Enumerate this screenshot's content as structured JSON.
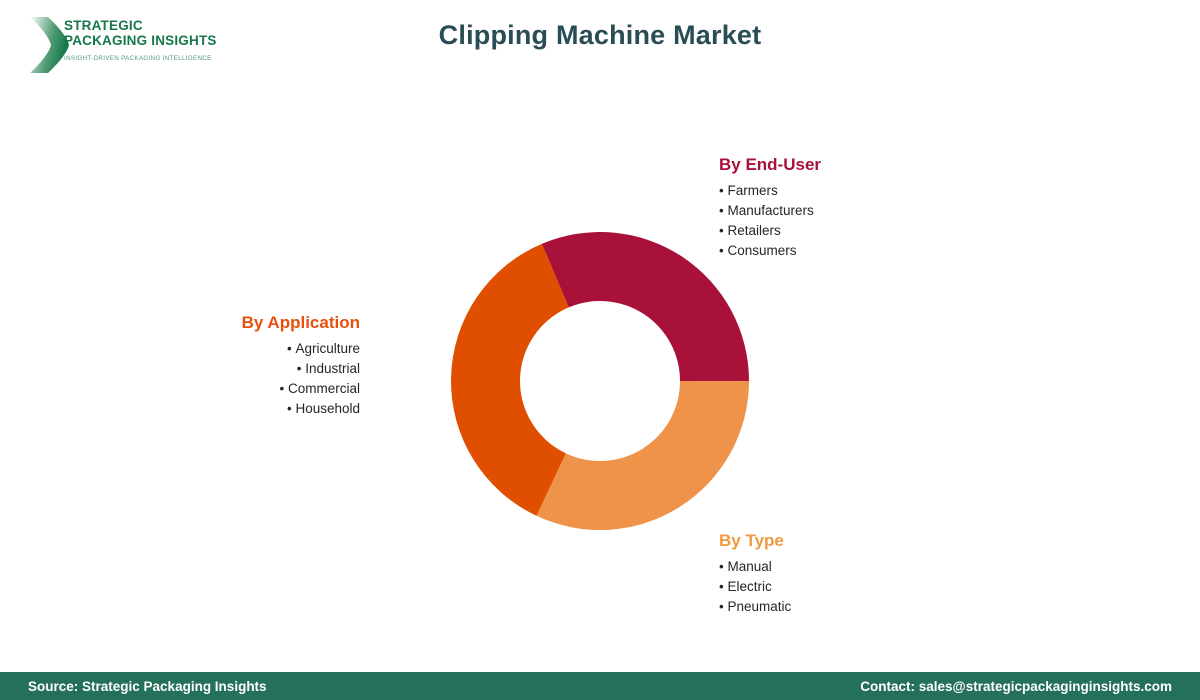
{
  "brand": {
    "logo_line1": "STRATEGIC",
    "logo_line2": "PACKAGING INSIGHTS",
    "logo_tagline": "INSIGHT-DRIVEN PACKAGING INTELLIGENCE",
    "logo_color": "#17774A",
    "logo_tagline_color": "#4E9B74"
  },
  "header": {
    "title": "Clipping Machine Market",
    "title_color": "#2A4D55"
  },
  "segments": {
    "end_user": {
      "title": "By End-User",
      "color": "#A8123A",
      "items": [
        "Farmers",
        "Manufacturers",
        "Retailers",
        "Consumers"
      ]
    },
    "application": {
      "title": "By Application",
      "color": "#E8500E",
      "items": [
        "Agriculture",
        "Industrial",
        "Commercial",
        "Household"
      ]
    },
    "type": {
      "title": "By Type",
      "color": "#F0993F",
      "items": [
        "Manual",
        "Electric",
        "Pneumatic"
      ]
    }
  },
  "chart_data": {
    "type": "pie",
    "variant": "donut",
    "title": "Clipping Machine Market",
    "categories": [
      "By End-User",
      "By Type",
      "By Application"
    ],
    "values": [
      31.4,
      32.0,
      36.6
    ],
    "colors": [
      "#A8123A",
      "#F0934A",
      "#E04E00"
    ],
    "legend_position": "around",
    "grid": false,
    "inner_radius_ratio": 0.54,
    "start_angle_deg": -23,
    "center": [
      160,
      160
    ],
    "outer_radius": 149,
    "inner_radius": 80
  },
  "footer": {
    "source": "Source: Strategic Packaging Insights",
    "contact": "Contact: sales@strategicpackaginginsights.com",
    "background": "#24705A",
    "text_color": "#FFFFFF"
  }
}
